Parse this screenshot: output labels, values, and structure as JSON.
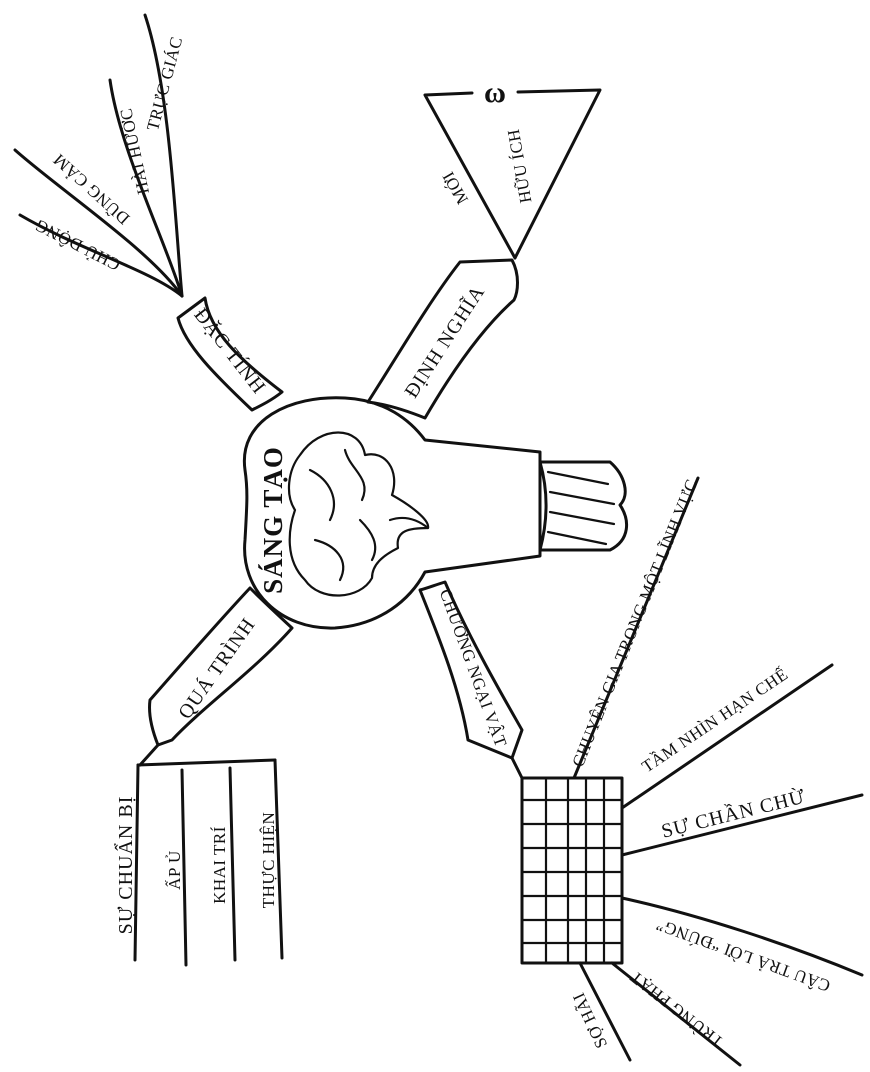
{
  "center": {
    "label": "SÁNG TẠO"
  },
  "branches": {
    "characteristics": {
      "label": "ĐẶC TÍNH",
      "items": [
        "CHỦ ĐỘNG",
        "DŨNG CẢM",
        "HÀI HƯỚC",
        "TRỰC GIÁC"
      ]
    },
    "definition": {
      "label": "ĐỊNH NGHĨA",
      "items": [
        "MỚI",
        "HỮU ÍCH"
      ],
      "symbol": "ω"
    },
    "process": {
      "label": "QUÁ TRÌNH",
      "items": [
        "SỰ CHUẨN BỊ",
        "ẤP Ủ",
        "KHAI TRÍ",
        "THỰC HIỆN"
      ]
    },
    "obstacles": {
      "label": "CHƯỚNG NGẠI VẬT",
      "items": [
        "CHUYÊN GIA TRONG MỘT LĨNH VỰC",
        "TẦM NHÌN HẠN CHẾ",
        "SỰ CHẦN CHỪ",
        "CÂU TRẢ LỜI “ĐÚNG”",
        "TRỪNG PHẠT",
        "SỢ HÃI"
      ]
    }
  },
  "colors": {
    "ink": "#111111",
    "paper": "#ffffff"
  }
}
